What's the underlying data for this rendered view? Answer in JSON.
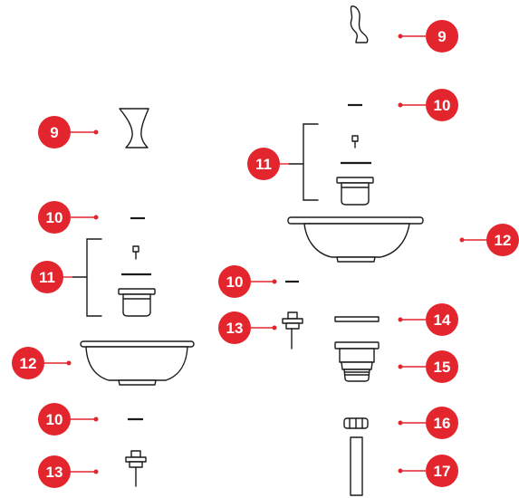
{
  "accent_color": "#e3262d",
  "callouts": {
    "left": {
      "handle": "9",
      "seal": "10",
      "cartridge_group": "11",
      "bowl": "12",
      "lower_seal": "10",
      "stem": "13"
    },
    "right": {
      "handle": "9",
      "seal": "10",
      "cartridge_group": "11",
      "bowl": "12",
      "mid_seal": "10",
      "stem": "13",
      "gasket": "14",
      "drain_body": "15",
      "nut": "16",
      "pipe": "17"
    }
  }
}
